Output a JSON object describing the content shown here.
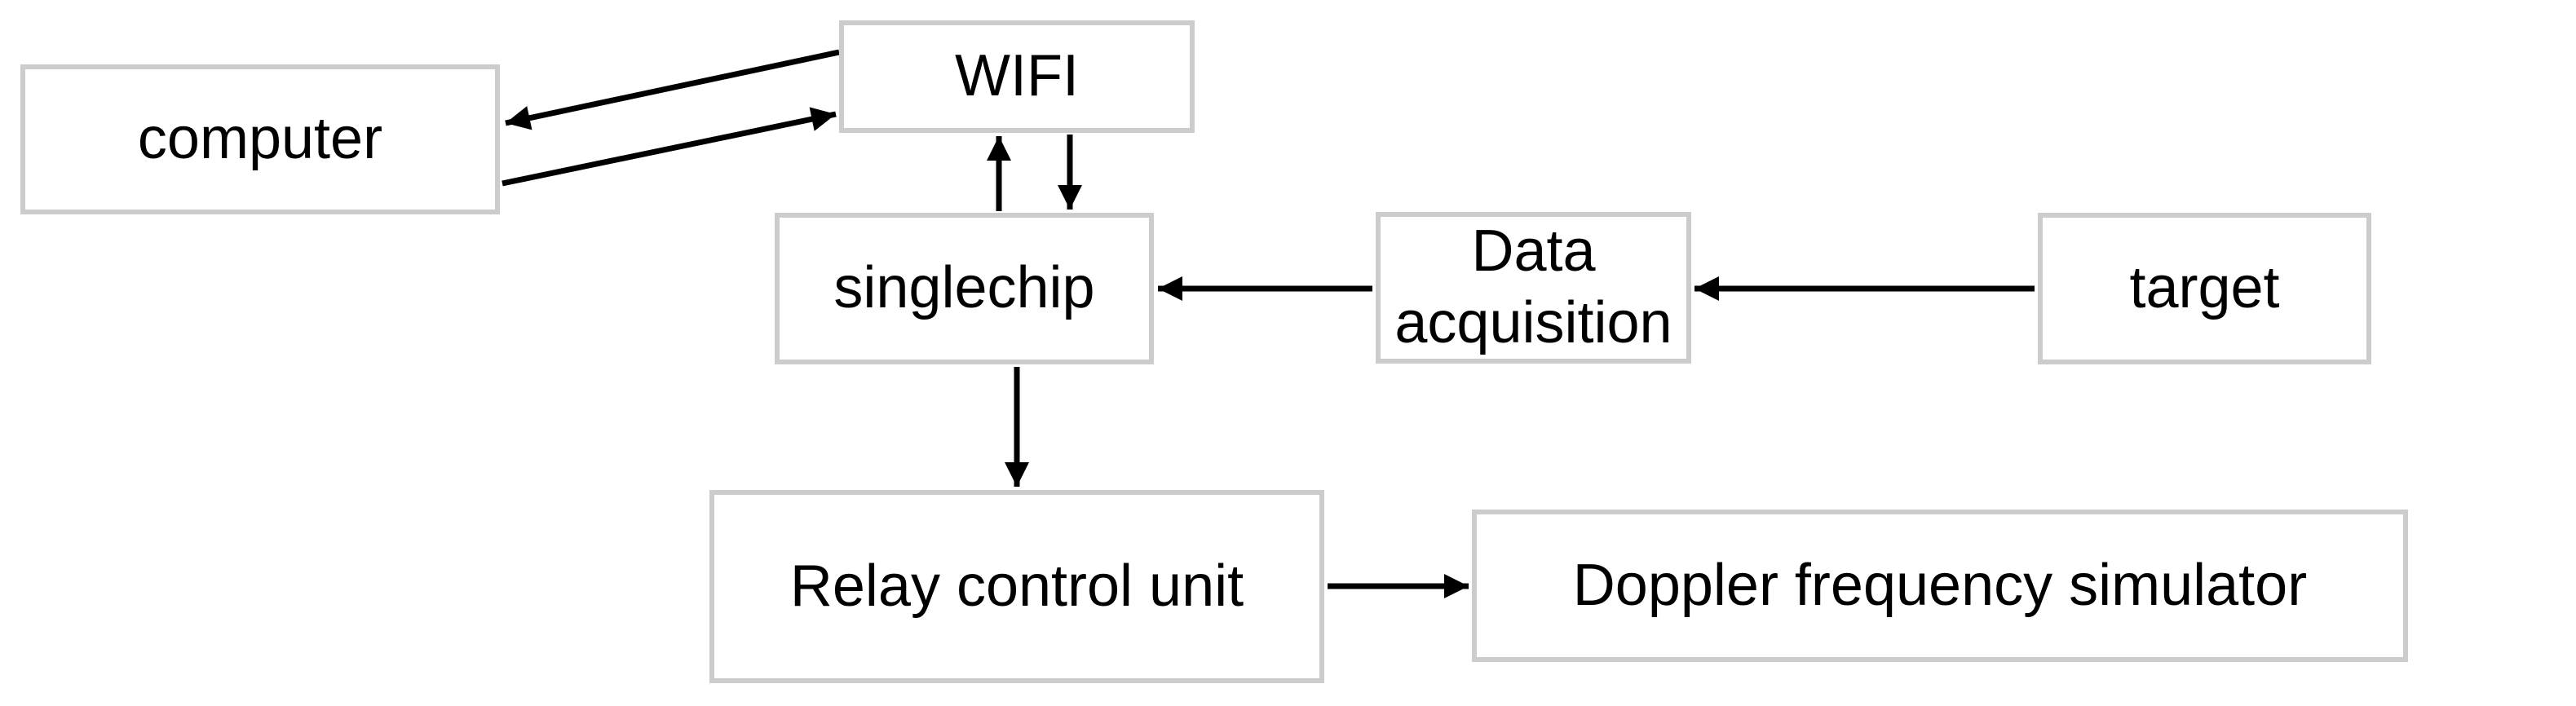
{
  "diagram": {
    "type": "block-diagram",
    "background": "#ffffff",
    "colors": {
      "box_border": "#cccccc",
      "box_fill": "#ffffff",
      "arrow": "#000000",
      "text": "#000000"
    },
    "nodes": {
      "computer": {
        "label": "computer"
      },
      "wifi": {
        "label": "WIFI"
      },
      "singlechip": {
        "label": "singlechip"
      },
      "data_acquisition": {
        "label": "Data acquisition"
      },
      "target": {
        "label": "target"
      },
      "relay": {
        "label": "Relay control unit"
      },
      "doppler": {
        "label": "Doppler frequency simulator"
      }
    },
    "edges": [
      {
        "from": "wifi",
        "to": "computer",
        "style": "arrow"
      },
      {
        "from": "computer",
        "to": "wifi",
        "style": "arrow"
      },
      {
        "from": "singlechip",
        "to": "wifi",
        "style": "arrow"
      },
      {
        "from": "wifi",
        "to": "singlechip",
        "style": "arrow"
      },
      {
        "from": "data_acquisition",
        "to": "singlechip",
        "style": "arrow"
      },
      {
        "from": "target",
        "to": "data_acquisition",
        "style": "arrow"
      },
      {
        "from": "singlechip",
        "to": "relay",
        "style": "arrow"
      },
      {
        "from": "relay",
        "to": "doppler",
        "style": "arrow"
      }
    ]
  }
}
